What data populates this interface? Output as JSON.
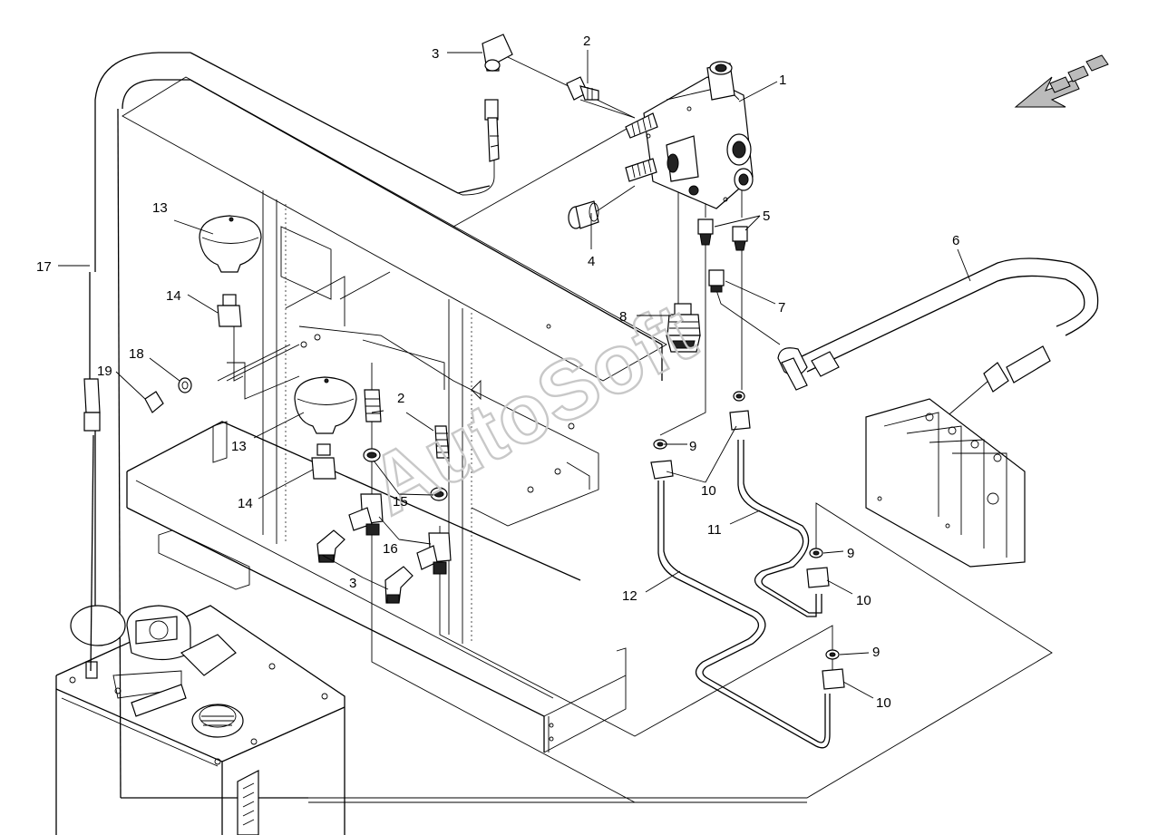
{
  "callouts": [
    {
      "id": "c1",
      "text": "1"
    },
    {
      "id": "c2a",
      "text": "2"
    },
    {
      "id": "c2b",
      "text": "2"
    },
    {
      "id": "c3a",
      "text": "3"
    },
    {
      "id": "c3b",
      "text": "3"
    },
    {
      "id": "c4",
      "text": "4"
    },
    {
      "id": "c5",
      "text": "5"
    },
    {
      "id": "c6",
      "text": "6"
    },
    {
      "id": "c7",
      "text": "7"
    },
    {
      "id": "c8",
      "text": "8"
    },
    {
      "id": "c9a",
      "text": "9"
    },
    {
      "id": "c9b",
      "text": "9"
    },
    {
      "id": "c9c",
      "text": "9"
    },
    {
      "id": "c10a",
      "text": "10"
    },
    {
      "id": "c10b",
      "text": "10"
    },
    {
      "id": "c10c",
      "text": "10"
    },
    {
      "id": "c11",
      "text": "11"
    },
    {
      "id": "c12",
      "text": "12"
    },
    {
      "id": "c13a",
      "text": "13"
    },
    {
      "id": "c13b",
      "text": "13"
    },
    {
      "id": "c14a",
      "text": "14"
    },
    {
      "id": "c14b",
      "text": "14"
    },
    {
      "id": "c15",
      "text": "15"
    },
    {
      "id": "c16",
      "text": "16"
    },
    {
      "id": "c17",
      "text": "17"
    },
    {
      "id": "c18",
      "text": "18"
    },
    {
      "id": "c19",
      "text": "19"
    }
  ],
  "watermark": "AutoSoft",
  "icons": {
    "direction_arrow": "forward-direction-arrow-icon"
  }
}
